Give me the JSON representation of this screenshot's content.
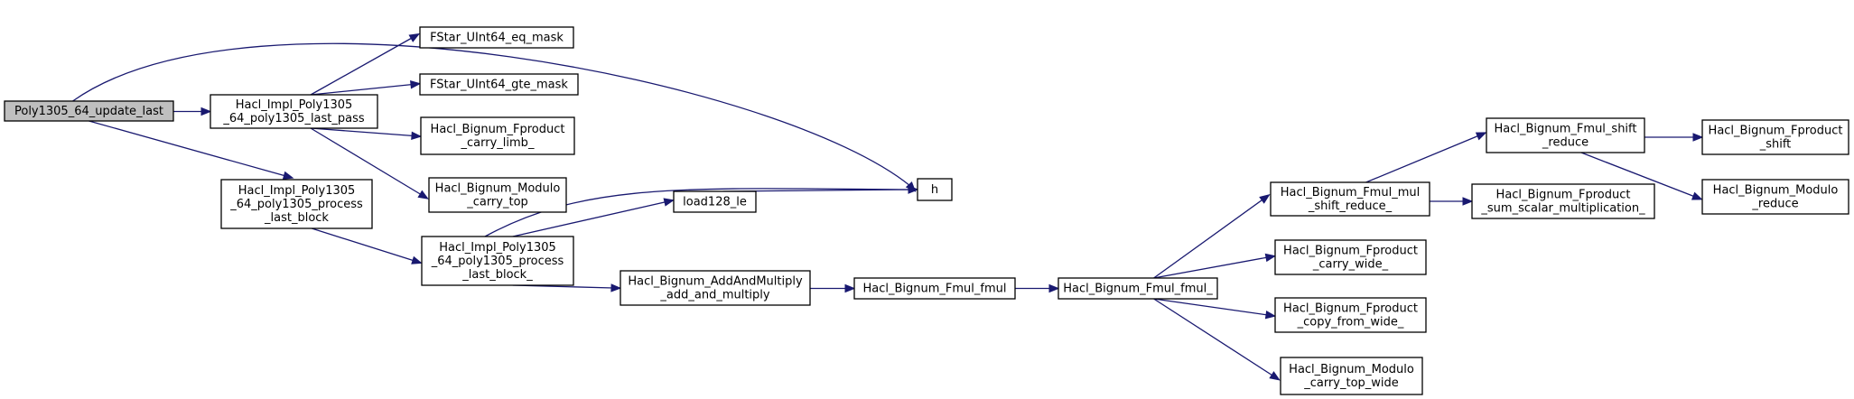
{
  "graph": {
    "title": "",
    "root": "poly1305_update_last",
    "nodes": [
      {
        "id": "poly1305_update_last",
        "lines": [
          "Poly1305_64_update_last"
        ],
        "root": true
      },
      {
        "id": "last_pass",
        "lines": [
          "Hacl_Impl_Poly1305",
          "_64_poly1305_last_pass"
        ]
      },
      {
        "id": "process_last_block",
        "lines": [
          "Hacl_Impl_Poly1305",
          "_64_poly1305_process",
          "_last_block"
        ]
      },
      {
        "id": "eq_mask",
        "lines": [
          "FStar_UInt64_eq_mask"
        ]
      },
      {
        "id": "gte_mask",
        "lines": [
          "FStar_UInt64_gte_mask"
        ]
      },
      {
        "id": "fproduct_carry_limb",
        "lines": [
          "Hacl_Bignum_Fproduct",
          "_carry_limb_"
        ]
      },
      {
        "id": "modulo_carry_top",
        "lines": [
          "Hacl_Bignum_Modulo",
          "_carry_top"
        ]
      },
      {
        "id": "process_last_block_",
        "lines": [
          "Hacl_Impl_Poly1305",
          "_64_poly1305_process",
          "_last_block_"
        ]
      },
      {
        "id": "h",
        "lines": [
          "h"
        ]
      },
      {
        "id": "load128_le",
        "lines": [
          "load128_le"
        ]
      },
      {
        "id": "add_and_multiply",
        "lines": [
          "Hacl_Bignum_AddAndMultiply",
          "_add_and_multiply"
        ]
      },
      {
        "id": "fmul_fmul",
        "lines": [
          "Hacl_Bignum_Fmul_fmul"
        ]
      },
      {
        "id": "fmul_fmul_",
        "lines": [
          "Hacl_Bignum_Fmul_fmul_"
        ]
      },
      {
        "id": "fmul_mul_shift_reduce",
        "lines": [
          "Hacl_Bignum_Fmul_mul",
          "_shift_reduce_"
        ]
      },
      {
        "id": "fproduct_carry_wide",
        "lines": [
          "Hacl_Bignum_Fproduct",
          "_carry_wide_"
        ]
      },
      {
        "id": "fproduct_copy_from_wide",
        "lines": [
          "Hacl_Bignum_Fproduct",
          "_copy_from_wide_"
        ]
      },
      {
        "id": "modulo_carry_top_wide",
        "lines": [
          "Hacl_Bignum_Modulo",
          "_carry_top_wide"
        ]
      },
      {
        "id": "fmul_shift_reduce",
        "lines": [
          "Hacl_Bignum_Fmul_shift",
          "_reduce"
        ]
      },
      {
        "id": "sum_scalar_multiplication",
        "lines": [
          "Hacl_Bignum_Fproduct",
          "_sum_scalar_multiplication_"
        ]
      },
      {
        "id": "fproduct_shift",
        "lines": [
          "Hacl_Bignum_Fproduct",
          "_shift"
        ]
      },
      {
        "id": "modulo_reduce",
        "lines": [
          "Hacl_Bignum_Modulo",
          "_reduce"
        ]
      }
    ],
    "edges": [
      [
        "poly1305_update_last",
        "h"
      ],
      [
        "poly1305_update_last",
        "last_pass"
      ],
      [
        "poly1305_update_last",
        "process_last_block"
      ],
      [
        "last_pass",
        "eq_mask"
      ],
      [
        "last_pass",
        "gte_mask"
      ],
      [
        "last_pass",
        "fproduct_carry_limb"
      ],
      [
        "last_pass",
        "modulo_carry_top"
      ],
      [
        "process_last_block",
        "process_last_block_"
      ],
      [
        "process_last_block_",
        "h"
      ],
      [
        "process_last_block_",
        "load128_le"
      ],
      [
        "process_last_block_",
        "add_and_multiply"
      ],
      [
        "load128_le",
        "h"
      ],
      [
        "add_and_multiply",
        "fmul_fmul"
      ],
      [
        "fmul_fmul",
        "fmul_fmul_"
      ],
      [
        "fmul_fmul_",
        "fmul_mul_shift_reduce"
      ],
      [
        "fmul_fmul_",
        "fproduct_carry_wide"
      ],
      [
        "fmul_fmul_",
        "fproduct_copy_from_wide"
      ],
      [
        "fmul_fmul_",
        "modulo_carry_top_wide"
      ],
      [
        "fmul_mul_shift_reduce",
        "fmul_shift_reduce"
      ],
      [
        "fmul_mul_shift_reduce",
        "sum_scalar_multiplication"
      ],
      [
        "fmul_shift_reduce",
        "fproduct_shift"
      ],
      [
        "fmul_shift_reduce",
        "modulo_reduce"
      ]
    ]
  }
}
